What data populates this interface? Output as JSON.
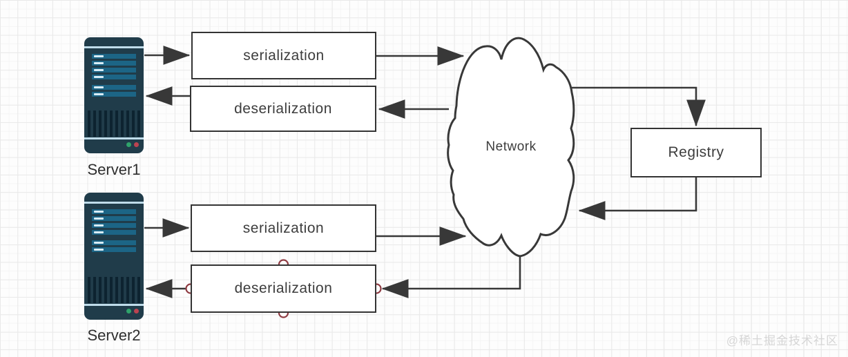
{
  "nodes": {
    "server1": {
      "label": "Server1"
    },
    "server2": {
      "label": "Server2"
    },
    "serialization1": {
      "label": "serialization"
    },
    "deserialization1": {
      "label": "deserialization"
    },
    "serialization2": {
      "label": "serialization"
    },
    "deserialization2": {
      "label": "deserialization"
    },
    "network": {
      "label": "Network"
    },
    "registry": {
      "label": "Registry"
    }
  },
  "edges": [
    {
      "from": "server1",
      "to": "serialization1"
    },
    {
      "from": "serialization1",
      "to": "network"
    },
    {
      "from": "network",
      "to": "deserialization1"
    },
    {
      "from": "deserialization1",
      "to": "server1"
    },
    {
      "from": "network",
      "to": "registry"
    },
    {
      "from": "registry",
      "to": "network"
    },
    {
      "from": "server2",
      "to": "serialization2"
    },
    {
      "from": "serialization2",
      "to": "network"
    },
    {
      "from": "network",
      "to": "deserialization2"
    },
    {
      "from": "deserialization2",
      "to": "server2"
    }
  ],
  "watermark": {
    "text": "@稀土掘金技术社区"
  },
  "colors": {
    "stroke": "#383838",
    "text": "#3d3d3d",
    "box_fill": "#ffffff",
    "handle_stroke": "#8e3b42",
    "server_body": "#203c4a",
    "server_slot": "#1c6586",
    "server_slot_dash": "#d8edf7",
    "server_trim": "#bfdcea",
    "server_vent_stripe": "#0d2330",
    "led_green": "#2fa36b",
    "led_red": "#bb4350",
    "grid_line": "#e9e9e9",
    "background": "#fdfdfd",
    "watermark": "#d6d6d6"
  }
}
